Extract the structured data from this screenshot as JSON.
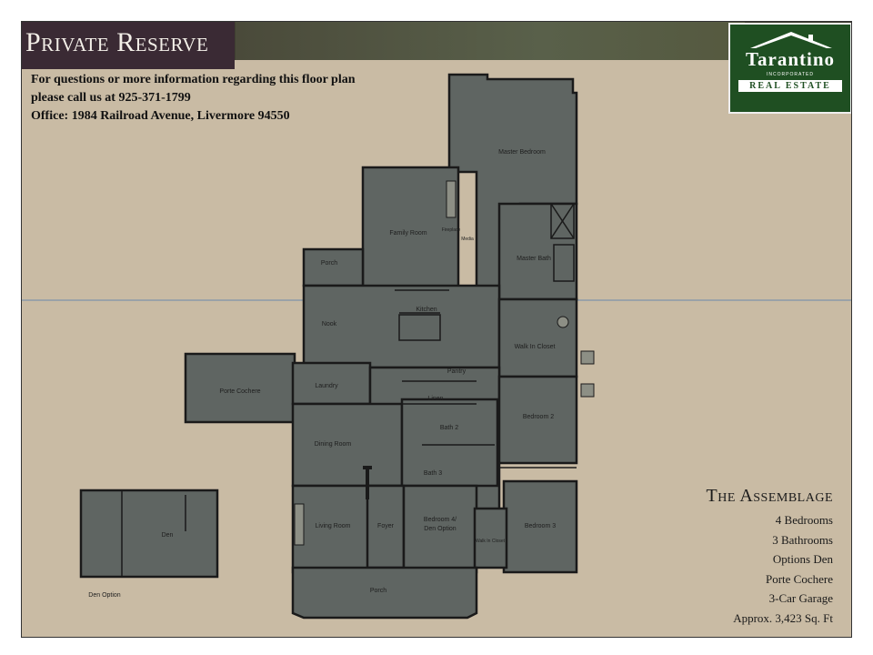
{
  "header": {
    "community": "Private Reserve",
    "contact_lines": [
      "For questions or more information regarding this floor plan",
      "please call us at 925-371-1799",
      "Office: 1984 Railroad Avenue, Livermore 94550"
    ]
  },
  "logo": {
    "name": "Tarantino",
    "tagline": "INCORPORATED",
    "subtitle": "REAL ESTATE",
    "icon": "house-roof-icon"
  },
  "plan": {
    "model_name": "The Assemblage",
    "features": [
      "4 Bedrooms",
      "3 Bathrooms",
      "Options Den",
      "Porte Cochere",
      "3-Car Garage",
      "Approx. 3,423 Sq. Ft"
    ],
    "rooms": {
      "master_bedroom": "Master Bedroom",
      "family_room": "Family Room",
      "porch_north": "Porch",
      "kitchen": "Kitchen",
      "nook": "Nook",
      "master_bath": "Master Bath",
      "walk_in_closet": "Walk In Closet",
      "porte_cochere": "Porte Cochere",
      "laundry": "Laundry",
      "bedroom_2": "Bedroom 2",
      "dining_room": "Dining Room",
      "bath_2": "Bath 2",
      "bath_3": "Bath 3",
      "living_room": "Living Room",
      "foyer": "Foyer",
      "bedroom_4_line1": "Bedroom 4/",
      "bedroom_4_line2": "Den Option",
      "bedroom_3": "Bedroom 3",
      "porch_front": "Porch",
      "den": "Den",
      "den_option": "Den Option",
      "linen": "Linen",
      "pantry": "Pantry",
      "media": "Media",
      "fireplace": "Fireplace",
      "wic_small": "Walk In Closet"
    }
  },
  "colors": {
    "background": "#c9bba4",
    "room_fill": "#5f6562",
    "wall": "#1a1a1a",
    "logo_green": "#1f4f22"
  }
}
